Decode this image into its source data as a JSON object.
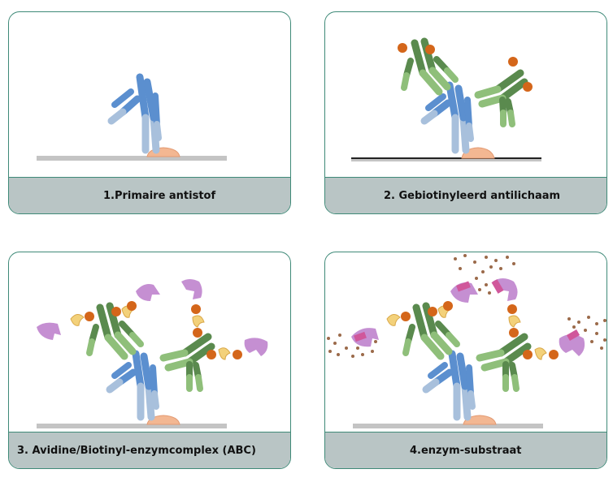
{
  "panels": [
    {
      "caption": "1.Primaire antistof"
    },
    {
      "caption": "2. Gebiotinyleerd antilichaam"
    },
    {
      "caption": "3. Avidine/Biotinyl-enzymcomplex (ABC)"
    },
    {
      "caption": "4.enzym-substraat"
    }
  ],
  "colors": {
    "primary_antibody_dark": "#5b8fcf",
    "primary_antibody_light": "#a8c0dc",
    "secondary_antibody_dark": "#5a8a4e",
    "secondary_antibody_light": "#8fbf7a",
    "antigen": "#f3b792",
    "surface": "#c4c4c4",
    "biotin": "#d4661a",
    "avidin": "#f3d17a",
    "enzyme": "#c58fd2",
    "substrate_site": "#d0579b",
    "product_dots": "#9b6a4a"
  }
}
